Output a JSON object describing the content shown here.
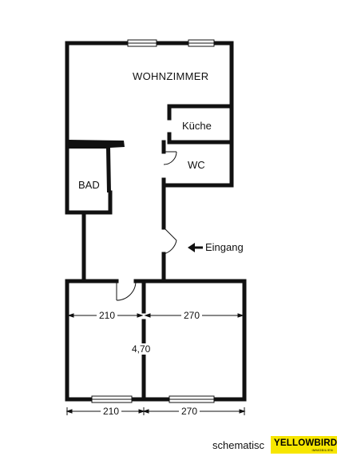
{
  "rooms": {
    "wohnzimmer": "WOHNZIMMER",
    "kueche": "Küche",
    "wc": "WC",
    "bad": "BAD"
  },
  "entrance_label": "Eingang",
  "dimensions": {
    "room_left_width": "210",
    "room_right_width": "270",
    "room_depth": "4,70",
    "bottom_left_width": "210",
    "bottom_right_width": "270"
  },
  "footer": {
    "text": "schematisc",
    "brand": "YELLOWBIRD",
    "brand_sub": "IMMOBILIEN"
  },
  "colors": {
    "wall": "#111111",
    "brand_yellow": "#f7e600"
  }
}
